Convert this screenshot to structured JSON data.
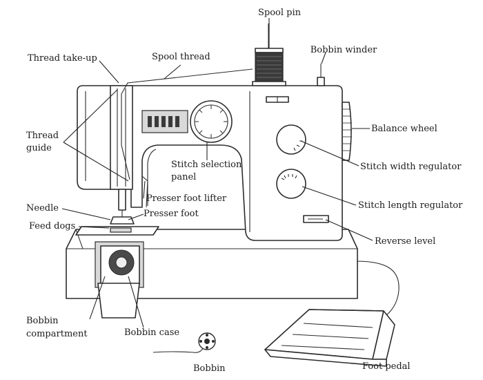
{
  "labels": {
    "spool_pin": "Spool pin",
    "bobbin_winder": "Bobbin winder",
    "thread_take_up": "Thread take-up",
    "spool_thread": "Spool thread",
    "thread_guide_line1": "Thread",
    "thread_guide_line2": "guide",
    "balance_wheel": "Balance wheel",
    "stitch_selection_line1": "Stitch selection",
    "stitch_selection_line2": "panel",
    "stitch_width_regulator": "Stitch width regulator",
    "presser_foot_lifter": "Presser foot lifter",
    "needle": "Needle",
    "presser_foot": "Presser foot",
    "stitch_length_regulator": "Stitch length regulator",
    "feed_dogs": "Feed dogs",
    "reverse_level": "Reverse level",
    "bobbin_compartment_line1": "Bobbin",
    "bobbin_compartment_line2": "compartment",
    "bobbin_case": "Bobbin case",
    "bobbin": "Bobbin",
    "foot_pedal": "Foot pedal"
  },
  "colors": {
    "outline": "#2b2b2b",
    "shade": "#d9d9d9",
    "background": "#ffffff"
  }
}
